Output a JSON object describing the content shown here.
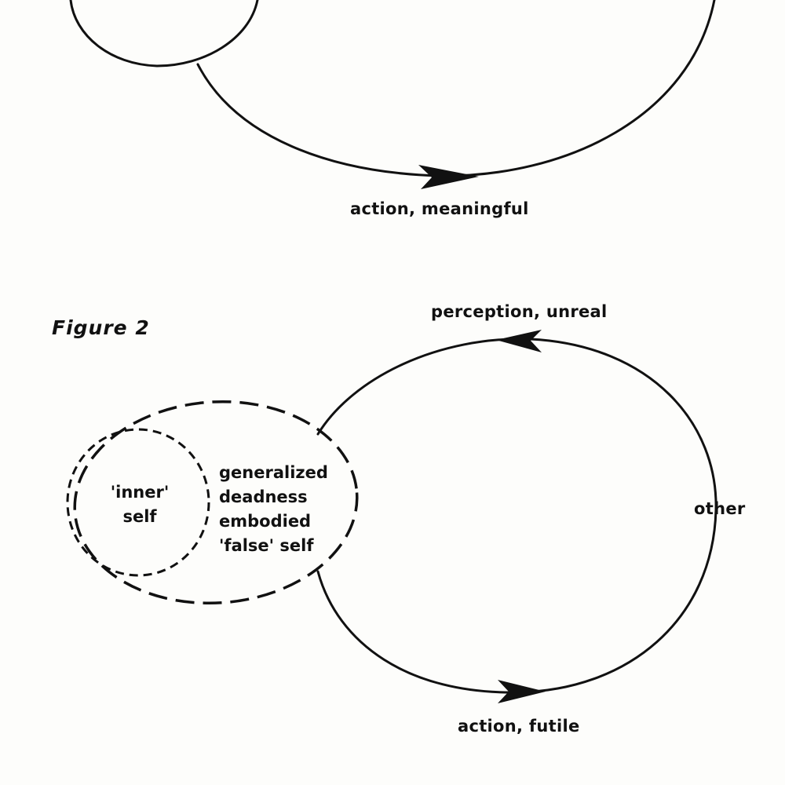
{
  "figure1": {
    "action_label": "action, meaningful"
  },
  "figure2": {
    "title": "Figure 2",
    "perception_label": "perception, unreal",
    "other_label": "other",
    "action_label": "action, futile",
    "inner_self_lines": [
      "'inner'",
      "self"
    ],
    "false_self_lines": [
      "generalized",
      "deadness",
      "embodied",
      "'false' self"
    ]
  },
  "colors": {
    "ink": "#111111",
    "paper": "#fdfdfb"
  }
}
